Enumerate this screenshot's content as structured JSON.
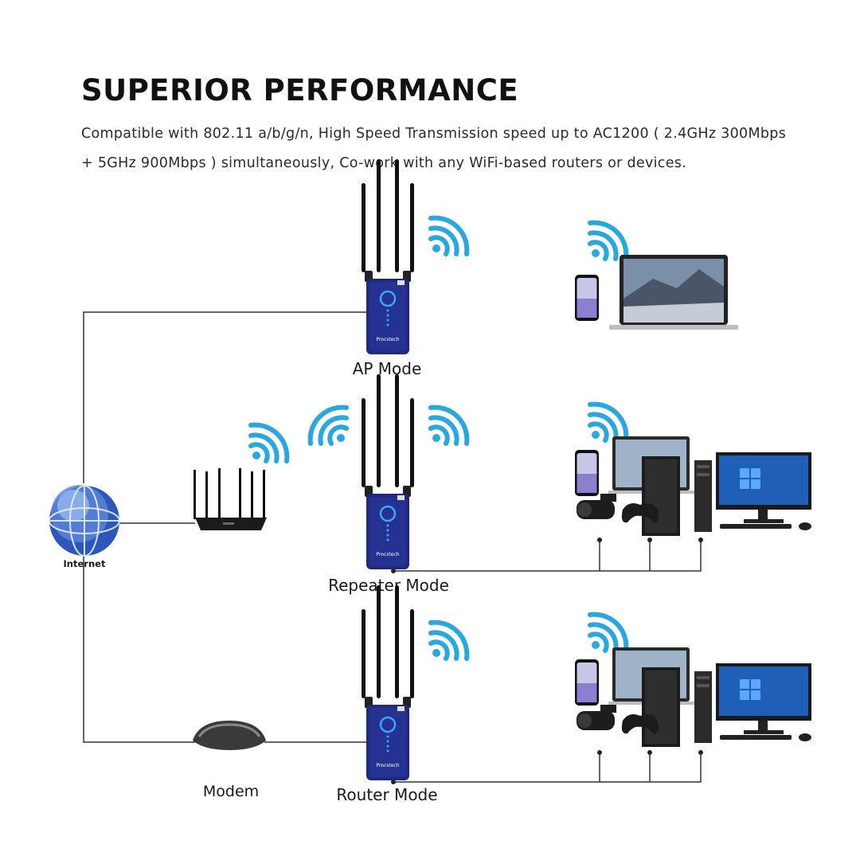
{
  "header": {
    "title": "SUPERIOR PERFORMANCE",
    "description": "Compatible with 802.11 a/b/g/n, High Speed Transmission speed up to AC1200 ( 2.4GHz 300Mbps + 5GHz 900Mbps ) simultaneously, Co-work with any WiFi-based routers or devices."
  },
  "labels": {
    "internet": "Internet",
    "modem": "Modem",
    "brand": "Procstech"
  },
  "modes": [
    {
      "label": "AP Mode"
    },
    {
      "label": "Repeater Mode"
    },
    {
      "label": "Router Mode"
    }
  ],
  "colors": {
    "wifi": "#29a8e0",
    "device": "#1f2a7a",
    "device_glow": "#3aa6ff",
    "line": "#333333",
    "globe": "#2d57b8"
  },
  "icons": [
    "wifi-icon",
    "globe-icon",
    "router-icon",
    "modem-icon",
    "laptop-icon",
    "smartphone-icon",
    "desktop-pc-icon",
    "monitor-icon",
    "security-camera-icon",
    "gamepad-icon",
    "game-console-icon",
    "wifi-extender-icon"
  ]
}
